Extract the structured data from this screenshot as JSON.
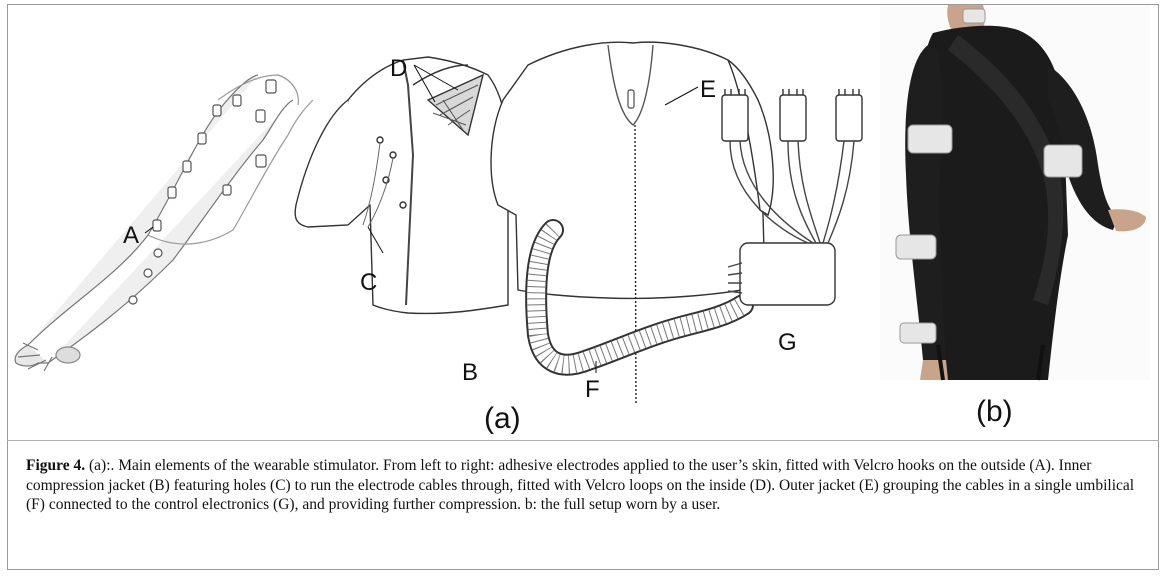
{
  "figure": {
    "panel_labels": {
      "a": "(a)",
      "b": "(b)"
    },
    "callouts": {
      "A": "A",
      "B": "B",
      "C": "C",
      "D": "D",
      "E": "E",
      "F": "F",
      "G": "G"
    },
    "caption": {
      "label": "Figure 4.",
      "text": " (a):. Main elements of the wearable stimulator. From left to right: adhesive electrodes applied to the user’s skin, fitted with Velcro hooks on the outside (A). Inner compression jacket (B) featuring holes (C) to run the electrode cables through, fitted with Velcro loops on the inside (D). Outer jacket (E) grouping the cables in a single umbilical (F) connected to the control electronics (G), and providing further compression. b: the full setup worn by a user."
    }
  }
}
